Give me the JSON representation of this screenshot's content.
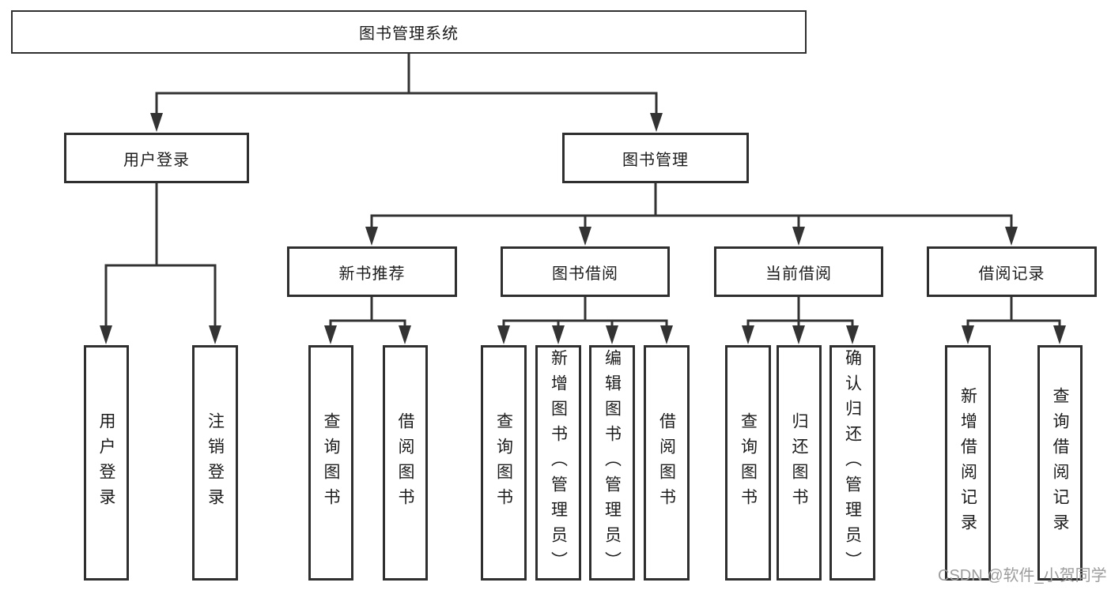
{
  "diagram": {
    "tree": {
      "label": "图书管理系统",
      "children": [
        {
          "label": "用户登录",
          "children": [
            {
              "label": "用户登录"
            },
            {
              "label": "注销登录"
            }
          ]
        },
        {
          "label": "图书管理",
          "children": [
            {
              "label": "新书推荐",
              "children": [
                {
                  "label": "查询图书"
                },
                {
                  "label": "借阅图书"
                }
              ]
            },
            {
              "label": "图书借阅",
              "children": [
                {
                  "label": "查询图书"
                },
                {
                  "label": "新增图书（管理员）"
                },
                {
                  "label": "编辑图书（管理员）"
                },
                {
                  "label": "借阅图书"
                }
              ]
            },
            {
              "label": "当前借阅",
              "children": [
                {
                  "label": "查询图书"
                },
                {
                  "label": "归还图书"
                },
                {
                  "label": "确认归还（管理员）"
                }
              ]
            },
            {
              "label": "借阅记录",
              "children": [
                {
                  "label": "新增借阅记录"
                },
                {
                  "label": "查询借阅记录"
                }
              ]
            }
          ]
        }
      ]
    },
    "watermark": "CSDN @软件_小贺同学",
    "colors": {
      "line": "#333333",
      "box_border": "#2f2f2f",
      "text": "#1c1c1c",
      "watermark": "#9d9d9d",
      "background": "#ffffff"
    }
  }
}
